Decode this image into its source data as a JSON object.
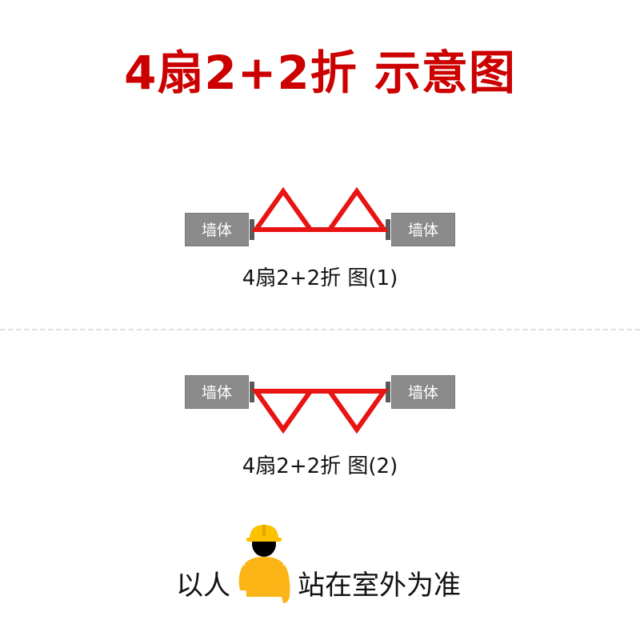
{
  "title": "4扇2+2折 示意图",
  "colors": {
    "title": "#cc0000",
    "door": "#e81414",
    "wall": "#8a8a8a",
    "helmet": "#fcc200",
    "body": "#fbb516",
    "face": "#000000"
  },
  "diagrams": [
    {
      "wall_left_label": "墙体",
      "wall_right_label": "墙体",
      "fold_direction": "up",
      "caption": "4扇2+2折 图(1)"
    },
    {
      "wall_left_label": "墙体",
      "wall_right_label": "墙体",
      "fold_direction": "down",
      "caption": "4扇2+2折 图(2)"
    }
  ],
  "footer": {
    "left_text": "以人",
    "right_text": "站在室外为准",
    "figure_icon": "worker-helmet-icon"
  }
}
